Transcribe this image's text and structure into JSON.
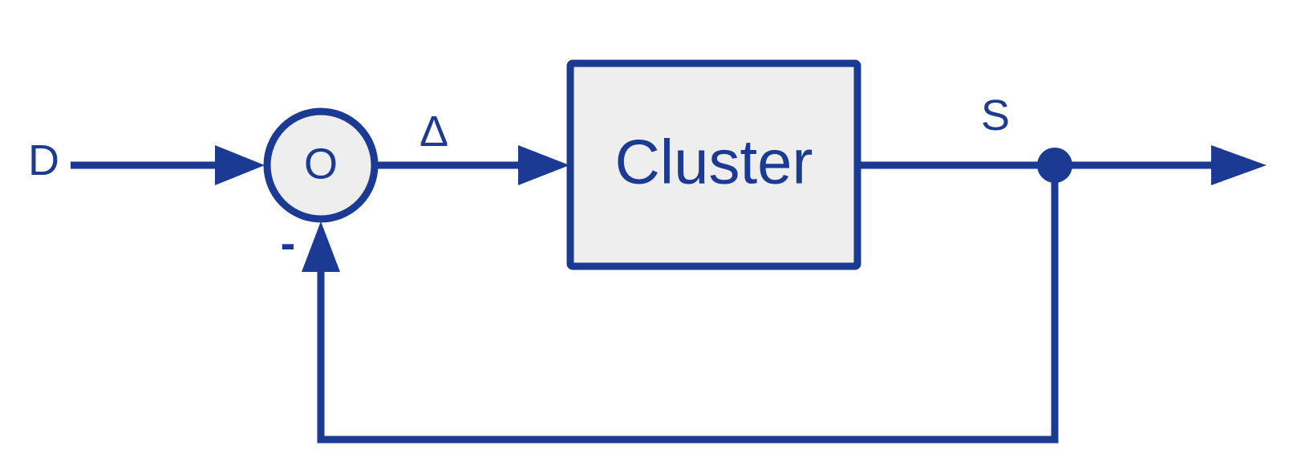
{
  "diagram": {
    "input_label": "D",
    "summing_junction_label": "O",
    "error_label": "Δ",
    "block_label": "Cluster",
    "output_label": "S",
    "feedback_sign": "-"
  },
  "colors": {
    "stroke": "#1b3a94",
    "block_fill": "#eeeeee",
    "background": "#ffffff"
  }
}
